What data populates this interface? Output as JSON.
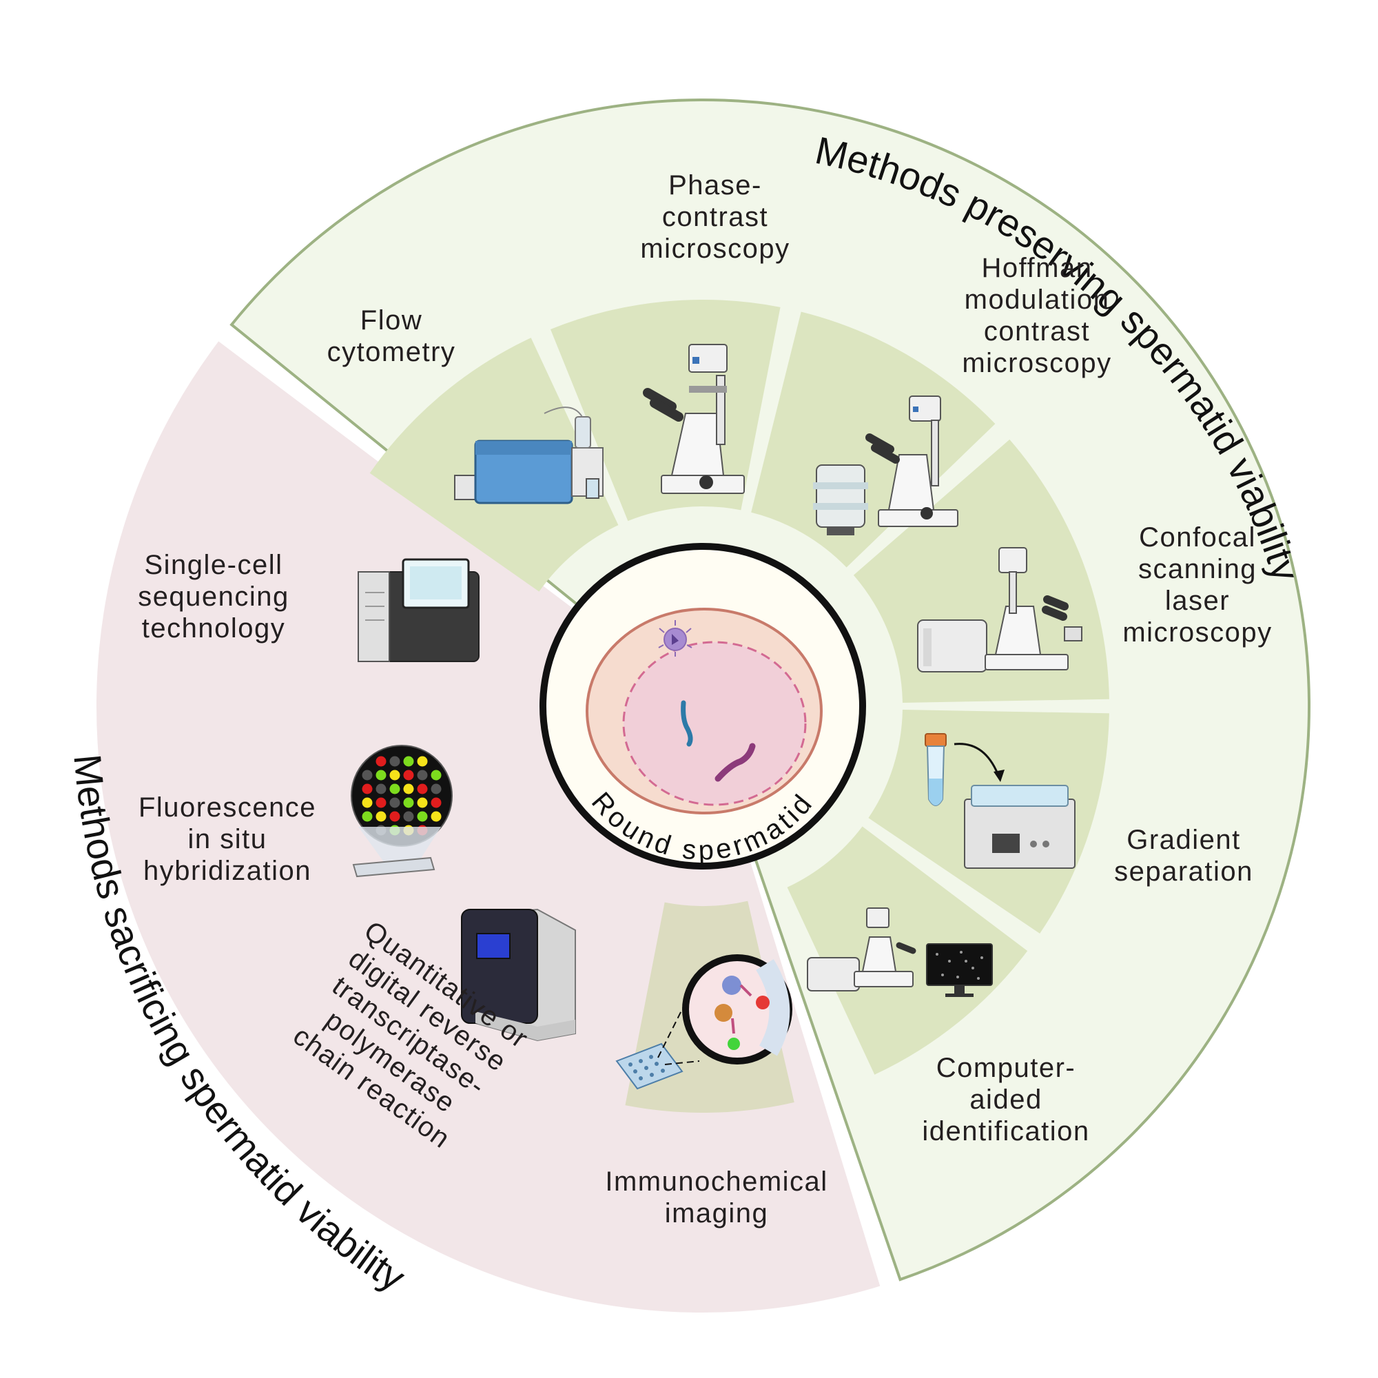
{
  "colors": {
    "preserving_outer": "#f2f7ea",
    "preserving_outer_stroke": "#9db283",
    "preserving_inner": "#dce5c0",
    "sacrificing_outer": "#f2e6e8",
    "sacrificing_inner": "#dcdcc0",
    "center_fill": "#fffdf3",
    "cell_cytoplasm": "#f6dccf",
    "cell_membrane": "#c87a6a",
    "nucleus_fill": "#f1cfd8",
    "nucleus_stroke": "#d36a92"
  },
  "center": {
    "label": "Round spermatid"
  },
  "preserving": {
    "title": "Methods preserving spermatid viability",
    "methods": [
      {
        "label_lines": [
          "Flow",
          "cytometry"
        ],
        "icon": "flow-cytometer-icon"
      },
      {
        "label_lines": [
          "Phase-",
          "contrast",
          "microscopy"
        ],
        "icon": "inverted-microscope-icon"
      },
      {
        "label_lines": [
          "Hoffman",
          "modulation",
          "contrast",
          "microscopy"
        ],
        "icon": "microscope-objective-icon"
      },
      {
        "label_lines": [
          "Confocal",
          "scanning",
          "laser",
          "microscopy"
        ],
        "icon": "confocal-microscope-icon"
      },
      {
        "label_lines": [
          "Gradient",
          "separation"
        ],
        "icon": "centrifuge-tube-icon"
      },
      {
        "label_lines": [
          "Computer-",
          "aided",
          "identification"
        ],
        "icon": "computer-monitor-icon"
      }
    ]
  },
  "sacrificing": {
    "title": "Methods sacrificing spermatid viability",
    "methods": [
      {
        "label_lines": [
          "Single-cell",
          "sequencing",
          "technology"
        ],
        "icon": "sequencer-icon"
      },
      {
        "label_lines": [
          "Fluorescence",
          "in situ",
          "hybridization"
        ],
        "icon": "fish-array-icon"
      },
      {
        "label_lines": [
          "Quantitative or",
          "digital reverse",
          "transcriptase-",
          "polymerase",
          "chain reaction"
        ],
        "icon": "pcr-machine-icon"
      },
      {
        "label_lines": [
          "Immunochemical",
          "imaging"
        ],
        "icon": "well-plate-icon"
      }
    ]
  }
}
